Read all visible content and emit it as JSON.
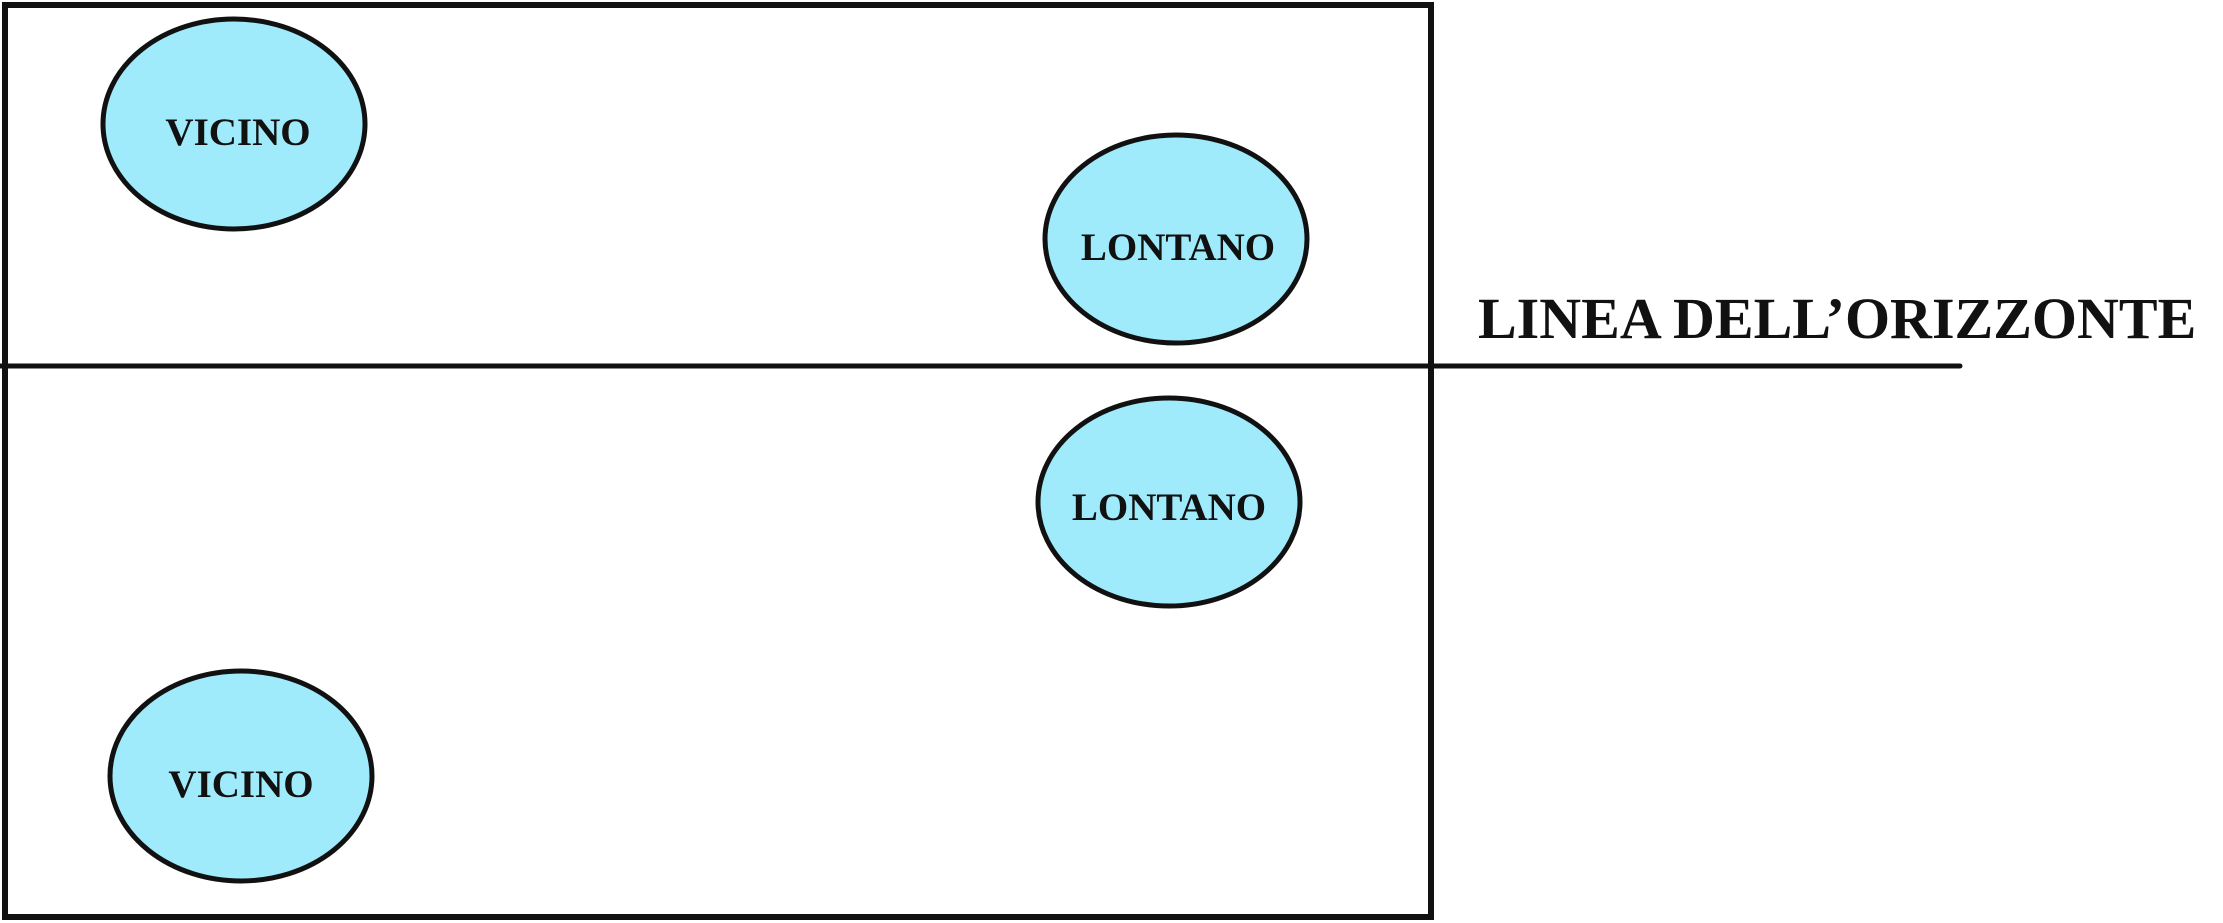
{
  "colors": {
    "ellipse_fill": "#a0ebfb",
    "stroke": "#111111",
    "background": "#ffffff"
  },
  "horizon": {
    "label": "LINEA DELL’ORIZZONTE"
  },
  "top_half": {
    "near_label": "VICINO",
    "far_label": "LONTANO"
  },
  "bottom_half": {
    "far_label": "LONTANO",
    "near_label": "VICINO"
  }
}
